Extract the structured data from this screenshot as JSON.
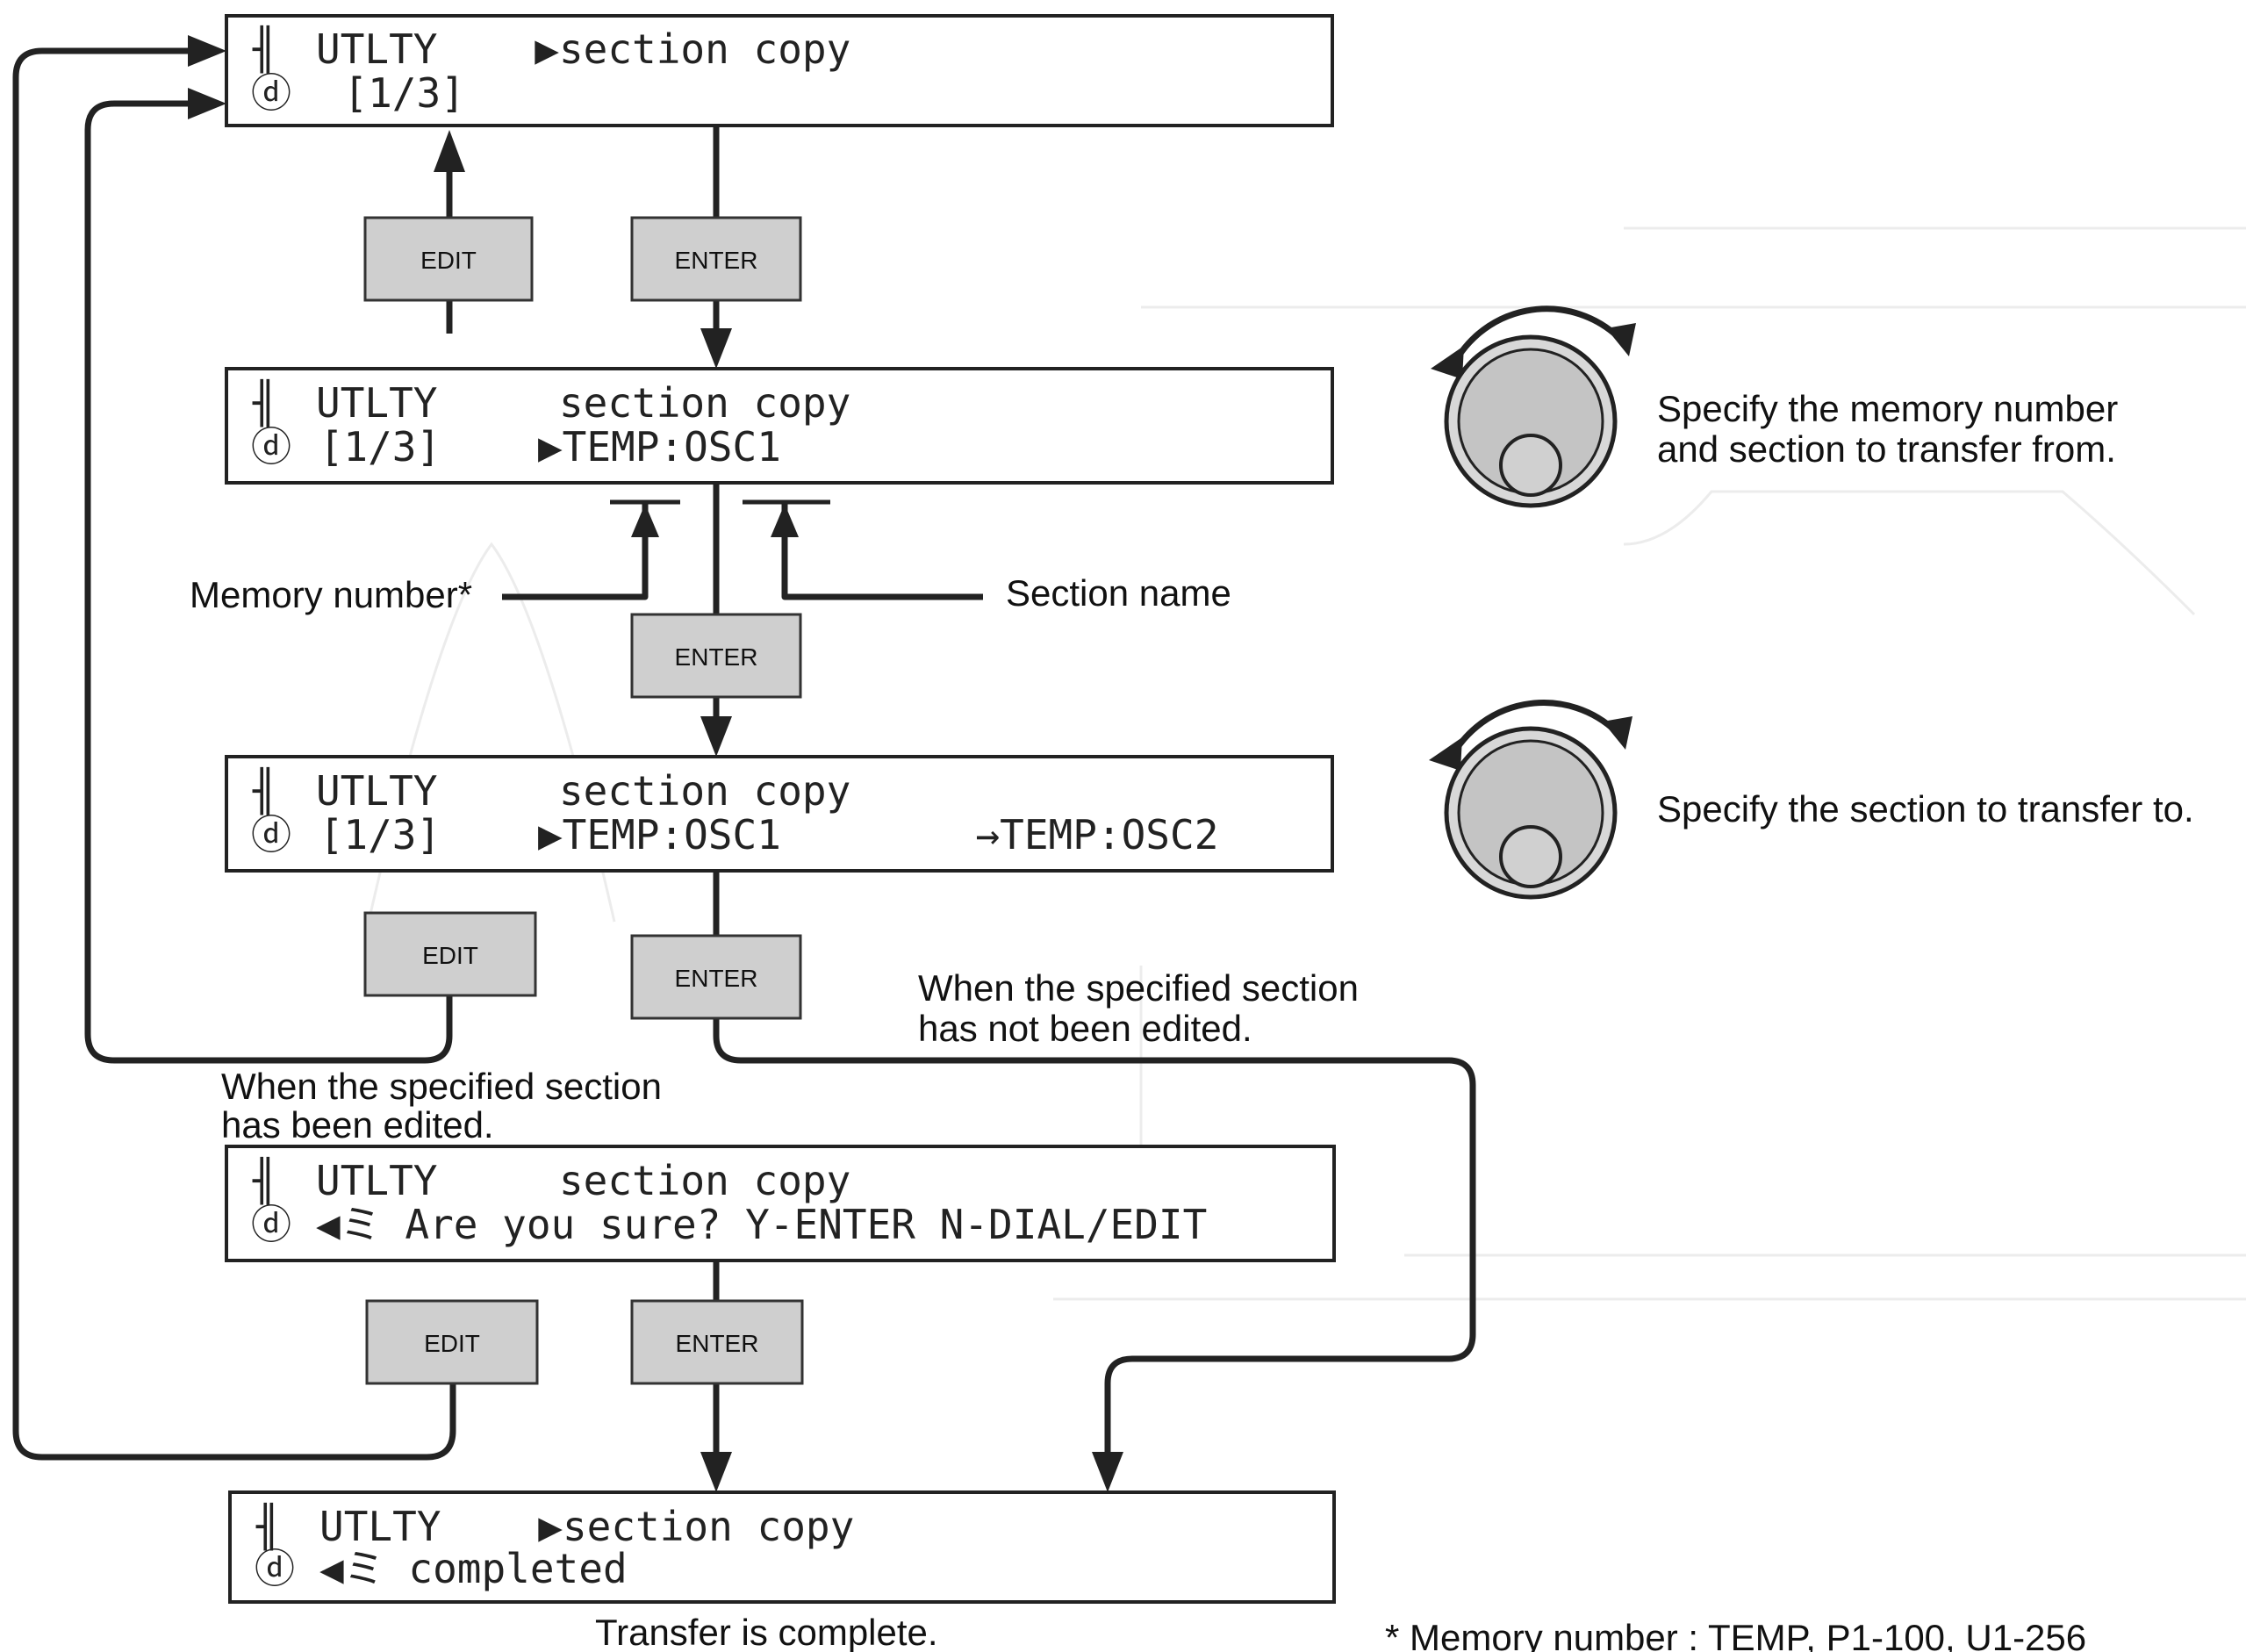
{
  "screens": [
    {
      "id": "screen1",
      "line1": "UTLTY    ▶section copy",
      "line2": "  [1/3]"
    },
    {
      "id": "screen2",
      "line1": "UTLTY     section copy",
      "line2": " [1/3]    ▶TEMP:OSC1"
    },
    {
      "id": "screen3",
      "line1": "UTLTY     section copy",
      "line2": " [1/3]    ▶TEMP:OSC1        →TEMP:OSC2"
    },
    {
      "id": "screen4",
      "line1": "UTLTY     section copy",
      "line2": "◀ミ Are you sure? Y-ENTER N-DIAL/EDIT"
    },
    {
      "id": "screen5",
      "line1": "UTLTY    ▶section copy",
      "line2": "◀ミ completed"
    }
  ],
  "buttons": {
    "edit": "EDIT",
    "enter": "ENTER"
  },
  "labels": {
    "memory_number": "Memory number*",
    "section_name": "Section name",
    "dial1_line1": "Specify the memory number",
    "dial1_line2": "and section to transfer from.",
    "dial2": "Specify the section to transfer to.",
    "not_edited_line1": "When the specified section",
    "not_edited_line2": "has not been edited.",
    "edited_line1": "When the specified section",
    "edited_line2": "has been edited.",
    "complete": "Transfer is complete.",
    "footnote": "* Memory number : TEMP, P1-100, U1-256"
  }
}
